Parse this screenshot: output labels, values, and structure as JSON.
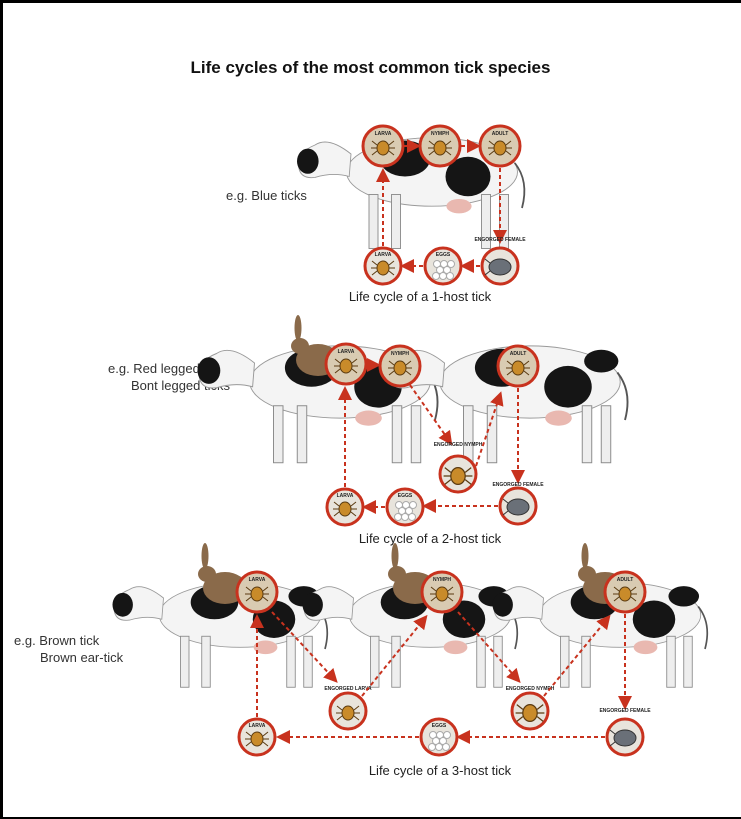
{
  "title": "Life cycles of the most common tick species",
  "panels": [
    {
      "examples": [
        "e.g. Blue ticks"
      ],
      "caption": "Life cycle of a 1-host tick"
    },
    {
      "examples": [
        "e.g. Red legged tick",
        "Bont legged ticks"
      ],
      "caption": "Life cycle of a 2-host tick"
    },
    {
      "examples": [
        "e.g. Brown tick",
        "Brown ear-tick"
      ],
      "caption": "Life cycle of a 3-host tick"
    }
  ],
  "stages": {
    "larva": "LARVA",
    "nymph": "NYMPH",
    "adult": "ADULT",
    "eggs": "EGGS",
    "engorged_female": "ENGORGED FEMALE",
    "engorged_nymph": "ENGORGED NYMPH",
    "engorged_larva": "ENGORGED LARVA"
  },
  "colors": {
    "arrow": "#c8321e",
    "ring": "#c8321e",
    "hare": "#8a6a4a",
    "cow_spot": "#151515"
  }
}
